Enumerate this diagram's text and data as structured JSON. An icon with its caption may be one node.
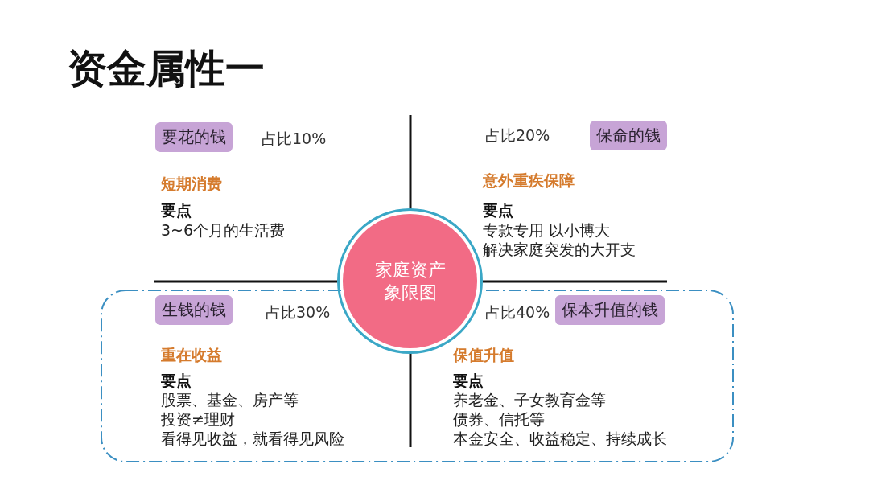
{
  "diagram": {
    "title": "资金属性一",
    "nodes": [
      {
        "text": [
          "要花的钱"
        ],
        "beside": [
          "占比10%"
        ]
      },
      {
        "text": [
          "保命的钱"
        ],
        "beside": [
          "占比20%"
        ]
      },
      {
        "text": [
          "家庭资产象限图"
        ]
      },
      {
        "text": [],
        "shape": "box"
      },
      {
        "text": [
          "生钱的钱"
        ],
        "in": 3
      },
      {
        "text": [
          "保本升值的钱"
        ],
        "in": 3,
        "beside": [
          "占比40%"
        ]
      }
    ],
    "labels": [
      "短期消费",
      "要点",
      "3~6个月的生活费",
      "意外重疾保障",
      "要点",
      "专款专用 以小博大",
      "解决家庭突发的大开支",
      "占比30%",
      "重在收益",
      "要点",
      "股票、基金、房产等",
      "投资≠理财",
      "看得见收益，就看得见风险",
      "保值升值",
      "要点",
      "养老金、子女教育金等",
      "债券、信托等",
      "本金安全、收益稳定、持续成长"
    ]
  }
}
